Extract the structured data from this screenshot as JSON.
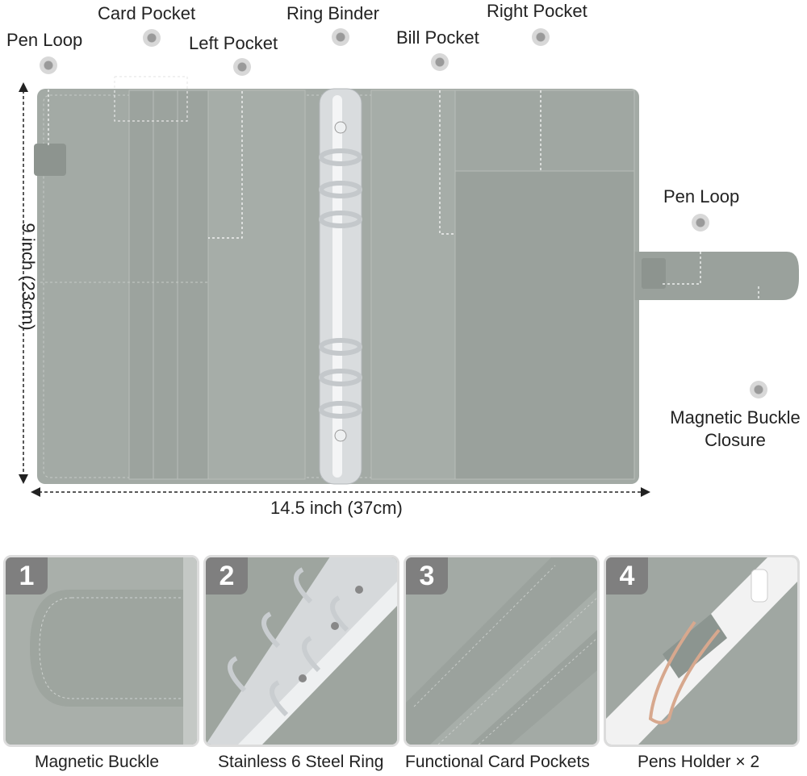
{
  "callouts": {
    "pen_loop_left": "Pen Loop",
    "card_pocket": "Card Pocket",
    "left_pocket": "Left Pocket",
    "ring_binder": "Ring Binder",
    "bill_pocket": "Bill Pocket",
    "right_pocket": "Right Pocket",
    "pen_loop_right": "Pen Loop",
    "magnetic_closure": "Magnetic Buckle Closure"
  },
  "dimensions": {
    "height": "9 inch (23cm)",
    "width": "14.5 inch (37cm)"
  },
  "features": [
    {
      "number": "1",
      "caption": "Magnetic Buckle"
    },
    {
      "number": "2",
      "caption": "Stainless 6 Steel Ring"
    },
    {
      "number": "3",
      "caption": "Functional Card Pockets"
    },
    {
      "number": "4",
      "caption": "Pens Holder × 2"
    }
  ],
  "colors": {
    "leather": "#a3aaa5",
    "leather_dark": "#8f9691",
    "badge": "#7f7f7f",
    "metal": "#d9dcde"
  }
}
